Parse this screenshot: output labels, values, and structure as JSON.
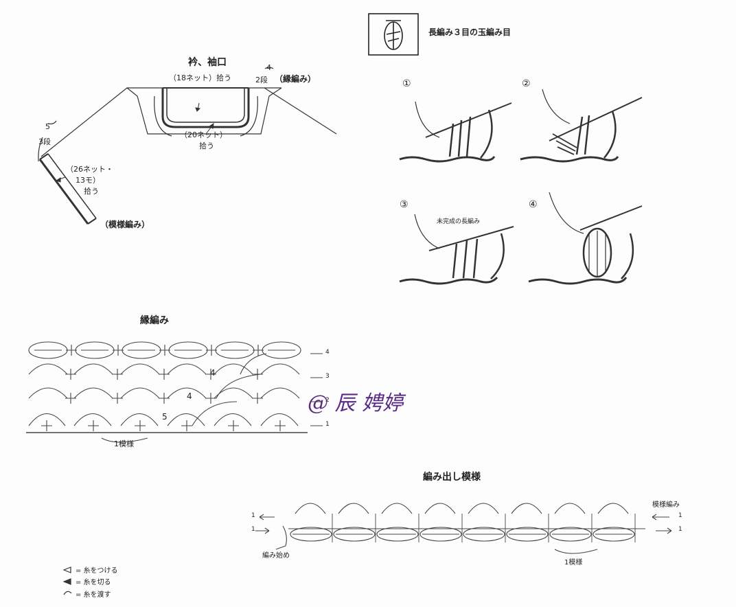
{
  "neckline": {
    "title": "衿、袖口",
    "pick18": "（18ネット）拾う",
    "pick20": "（20ネット）",
    "pick20b": "拾う",
    "pick26a": "（26ネット・",
    "pick26b": "13モ）",
    "pick26c": "拾う",
    "rows4a": "4",
    "rows4b": "2段",
    "edging_label": "（縁編み）",
    "rows5a": "5",
    "rows5b": "3段",
    "pattern_label": "（模様編み）"
  },
  "bobble": {
    "title": "長編み３目の玉編み目",
    "steps": [
      "①",
      "②",
      "③",
      "④"
    ],
    "step3_note": "未完成の長編み"
  },
  "edging_chart": {
    "title": "縁編み",
    "rows": [
      "4",
      "3",
      "2",
      "1"
    ],
    "counts": [
      "4",
      "4",
      "5"
    ],
    "repeat": "1模様"
  },
  "signature": "@ 辰 娉婷",
  "start_chart": {
    "title": "編み出し模様",
    "pattern_label": "模様編み",
    "row_left_1": "1",
    "row_left_2": "1",
    "row_right_1": "1",
    "row_right_2": "1",
    "start_label": "編み始め",
    "repeat": "1模様"
  },
  "legend": [
    {
      "symbol": "◁",
      "text": "= 糸をつける"
    },
    {
      "symbol": "◀",
      "text": "= 糸を切る"
    },
    {
      "symbol": "⌒",
      "text": "= 糸を渡す"
    }
  ]
}
